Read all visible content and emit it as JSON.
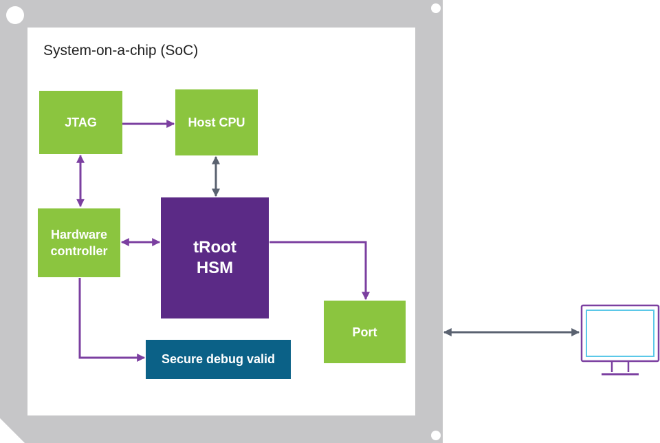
{
  "diagram": {
    "title": "System-on-a-chip (SoC)",
    "blocks": {
      "jtag": "JTAG",
      "host_cpu": "Host CPU",
      "hw_controller_line1": "Hardware",
      "hw_controller_line2": "controller",
      "troot_line1": "tRoot",
      "troot_line2": "HSM",
      "port": "Port",
      "secure_debug": "Secure debug valid"
    },
    "external": {
      "icon": "monitor-icon"
    },
    "colors": {
      "chip_frame": "#c6c6c8",
      "block_green": "#8bc53f",
      "block_purple": "#5b2a86",
      "block_blue": "#0b6187",
      "arrow_purple": "#7b3fa0",
      "arrow_gray": "#5a6270"
    }
  }
}
